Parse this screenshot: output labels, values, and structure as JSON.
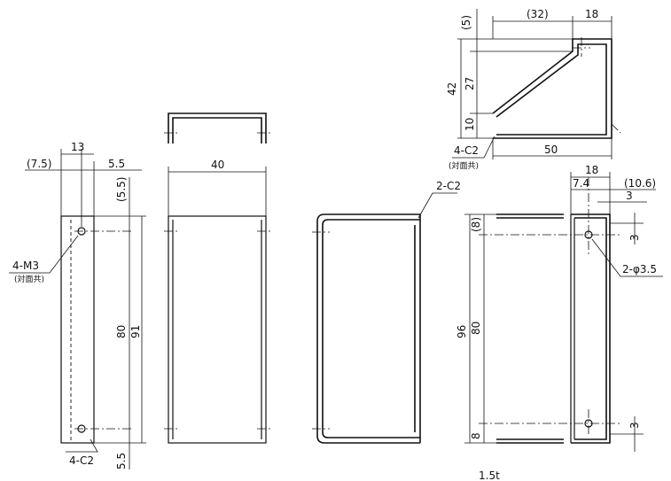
{
  "drawing": {
    "side_view": {
      "dim_top_offset": "(7.5)",
      "dim_width": "13",
      "dim_edge": "5.5",
      "dim_top_margin": "(5.5)",
      "dim_hole_pitch": "80",
      "dim_height": "91",
      "dim_bottom_margin": "5.5",
      "note_tap": "4-M3",
      "note_tap_sub": "(対面共)",
      "note_chamfer": "4-C2"
    },
    "front_view": {
      "dim_width": "40"
    },
    "section_view": {
      "note_chamfer": "2-C2"
    },
    "detail_view": {
      "dim_top_gap": "(5)",
      "dim_slant_width": "(32)",
      "dim_flange": "18",
      "dim_height": "42",
      "dim_middle": "27",
      "dim_bottom": "10",
      "dim_length": "50",
      "note_chamfer": "4-C2",
      "note_chamfer_sub": "(対面共)"
    },
    "right_view": {
      "dim_flange": "18",
      "dim_hole_x": "7.4",
      "dim_offset": "(10.6)",
      "dim_edge_top": "3",
      "dim_top": "(8)",
      "dim_height": "96",
      "dim_hole_pitch": "80",
      "dim_hole_edge": "3",
      "dim_bottom": "8",
      "dim_bottom_edge": "3",
      "note_holes": "2-φ3.5"
    },
    "thickness_note": "1.5t"
  }
}
